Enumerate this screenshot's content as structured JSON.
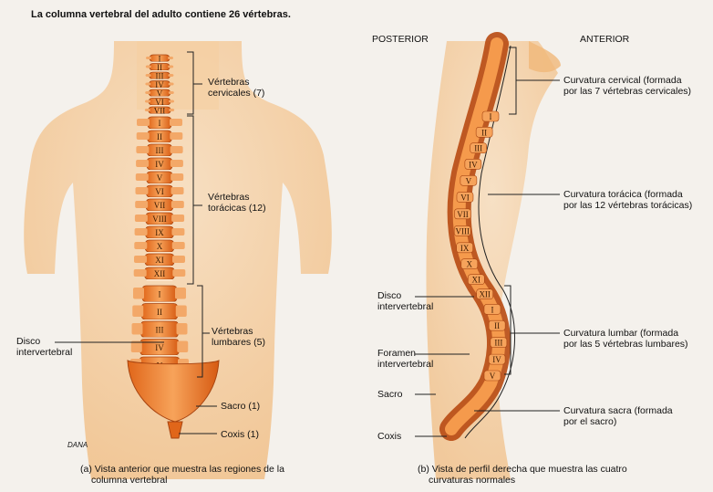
{
  "title": "La columna vertebral del adulto contiene 26 vértebras.",
  "anterior_view": {
    "labels": {
      "cervical": [
        "Vértebras",
        "cervicales (7)"
      ],
      "thoracic": [
        "Vértebras",
        "torácicas (12)"
      ],
      "lumbar": [
        "Vértebras",
        "lumbares (5)"
      ],
      "disc": [
        "Disco",
        "intervertebral"
      ],
      "sacrum": "Sacro (1)",
      "coccyx": "Coxis (1)"
    },
    "vertebra_numerals": {
      "cervical": [
        "I",
        "II",
        "III",
        "IV",
        "V",
        "VI",
        "VII"
      ],
      "thoracic": [
        "I",
        "II",
        "III",
        "IV",
        "V",
        "VI",
        "VII",
        "VIII",
        "IX",
        "X",
        "XI",
        "XII"
      ],
      "lumbar": [
        "I",
        "II",
        "III",
        "IV",
        "V"
      ]
    },
    "signature": "DANA",
    "caption": [
      "(a) Vista anterior que muestra las regiones de la",
      "columna vertebral"
    ]
  },
  "lateral_view": {
    "posterior_label": "POSTERIOR",
    "anterior_label": "ANTERIOR",
    "right_labels": {
      "cervical": [
        "Curvatura cervical (formada",
        "por las 7 vértebras cervicales)"
      ],
      "thoracic": [
        "Curvatura torácica (formada",
        "por las 12 vértebras torácicas)"
      ],
      "lumbar": [
        "Curvatura lumbar (formada",
        "por las 5 vértebras lumbares)"
      ],
      "sacral": [
        "Curvatura sacra (formada",
        "por el sacro)"
      ]
    },
    "left_labels": {
      "disc": [
        "Disco",
        "intervertebral"
      ],
      "foramen": [
        "Foramen",
        "intervertebral"
      ],
      "sacrum": "Sacro",
      "coccyx": "Coxis"
    },
    "vertebra_numerals": [
      "I",
      "II",
      "III",
      "IV",
      "V",
      "VI",
      "VII",
      "VIII",
      "IX",
      "X",
      "XI",
      "XII",
      "I",
      "II",
      "III",
      "IV",
      "V"
    ],
    "caption": [
      "(b) Vista de perfil derecha que muestra las cuatro",
      "curvaturas normales"
    ]
  }
}
